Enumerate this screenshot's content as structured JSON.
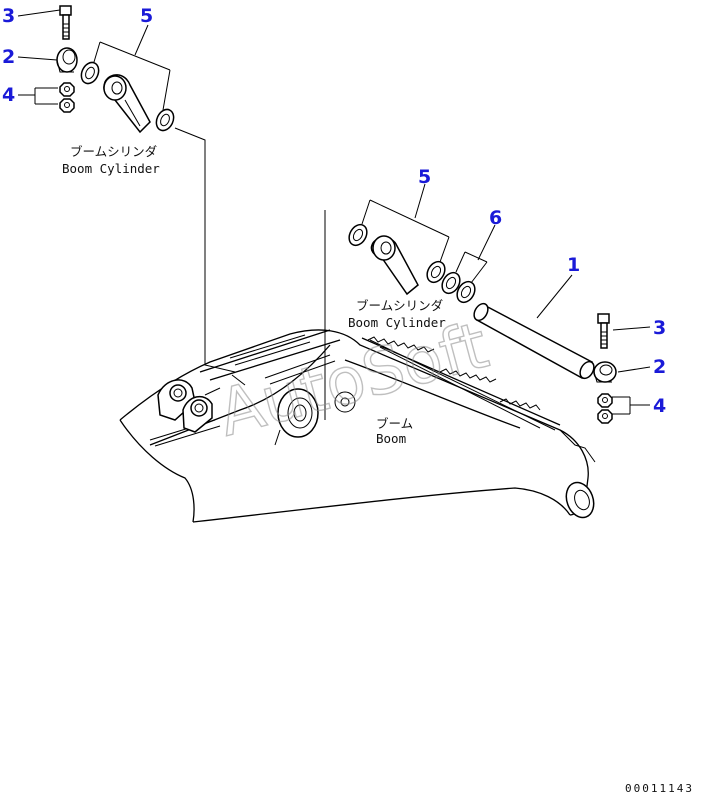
{
  "callouts": {
    "c1": "1",
    "c2_left": "2",
    "c2_right": "2",
    "c3_left": "3",
    "c3_right": "3",
    "c4_left": "4",
    "c4_right": "4",
    "c5_left": "5",
    "c5_mid": "5",
    "c6": "6"
  },
  "labels": {
    "cyl_left_jp": "ブームシリンダ",
    "cyl_left_en": "Boom Cylinder",
    "cyl_mid_jp": "ブームシリンダ",
    "cyl_mid_en": "Boom Cylinder",
    "boom_jp": "ブーム",
    "boom_en": "Boom"
  },
  "watermark": "AutoSoft",
  "drawing_number": "00011143",
  "colors": {
    "callout": "#1a1ad8",
    "line": "#000000",
    "watermark": "#8c8c8c"
  }
}
